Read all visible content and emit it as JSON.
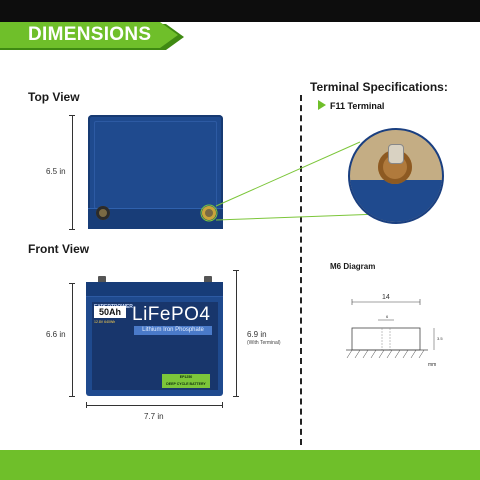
{
  "header": {
    "title": "DIMENSIONS"
  },
  "top_view": {
    "heading": "Top View",
    "height": "6.5 in"
  },
  "front_view": {
    "heading": "Front View",
    "height_left": "6.6 in",
    "height_right": "6.9 in",
    "height_right_note": "(With Terminal)",
    "width": "7.7 in"
  },
  "battery": {
    "brand": "EXPERTPOWER",
    "capacity": "50Ah",
    "spec_line": "12.8V 640Wh",
    "chemistry_big": "LiFePO4",
    "chemistry_small": "Lithium Iron Phosphate",
    "model": "EP1250",
    "badge": "DEEP CYCLE BATTERY"
  },
  "terminal": {
    "heading": "Terminal Specifications:",
    "type": "F11 Terminal"
  },
  "m6": {
    "heading": "M6 Diagram",
    "width": "14",
    "hole": "6",
    "depth": "3.5",
    "unit": "mm"
  },
  "colors": {
    "accent": "#6fbf2a",
    "battery_blue": "#1f4a8e"
  }
}
